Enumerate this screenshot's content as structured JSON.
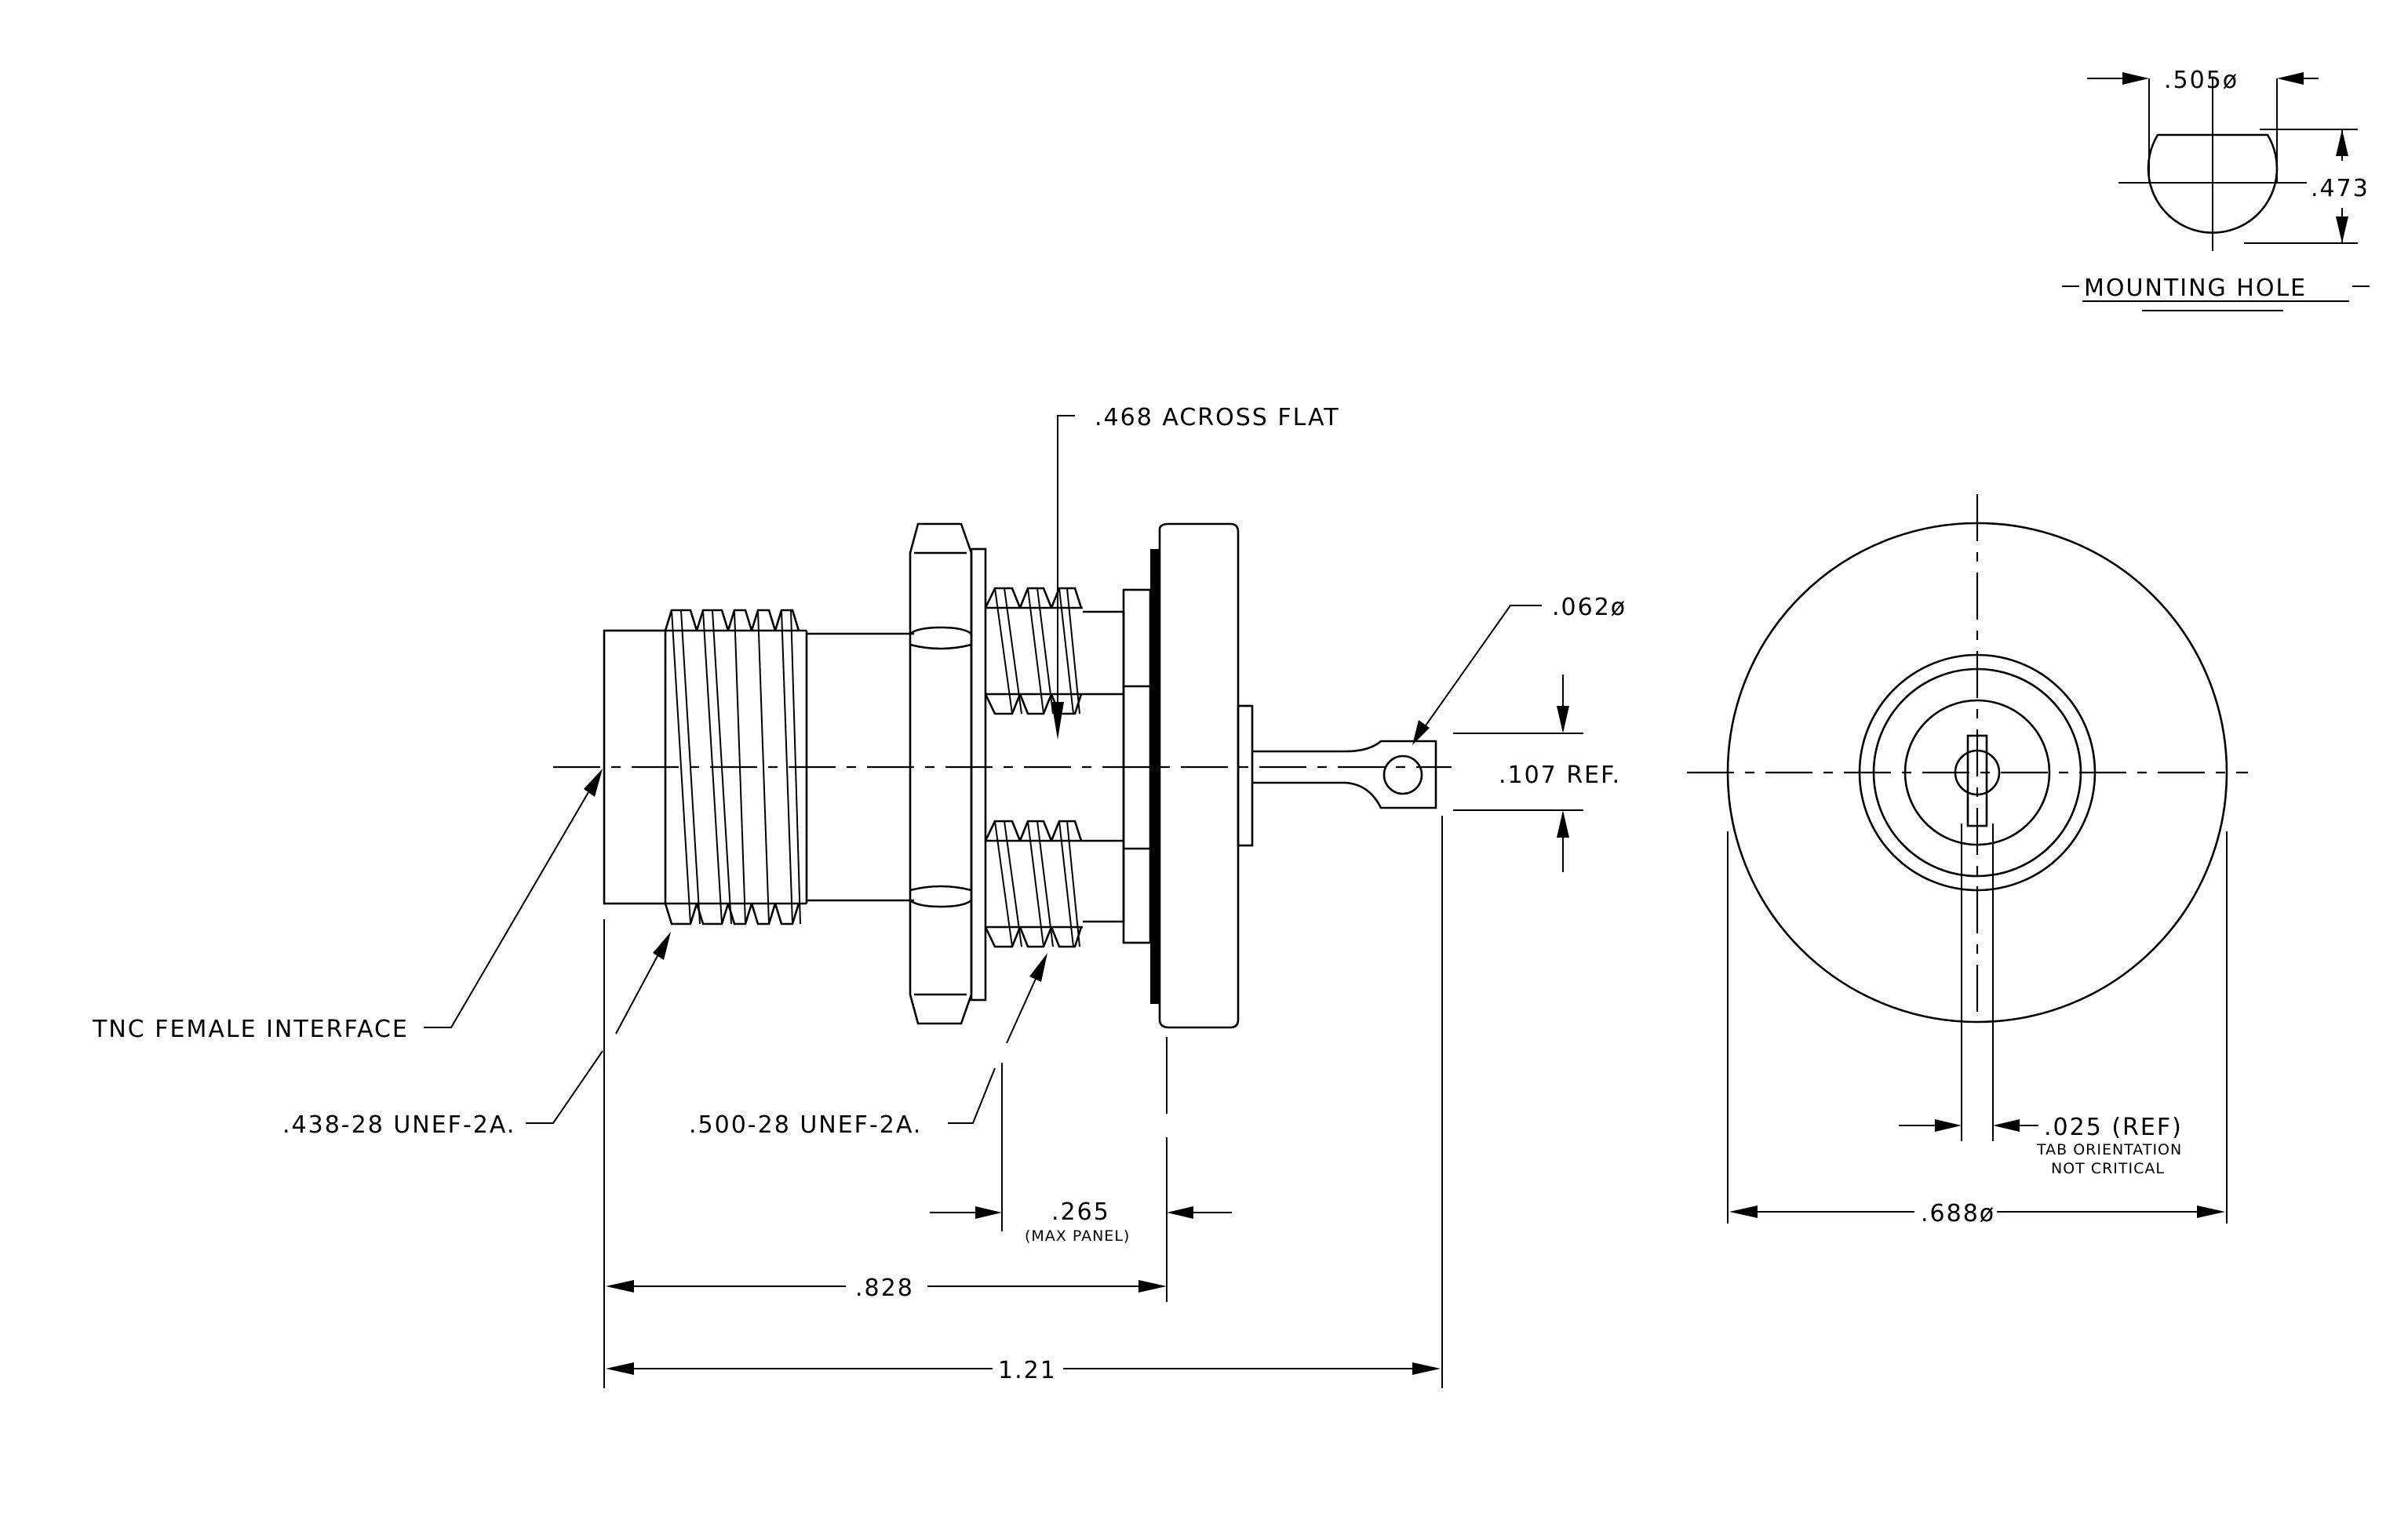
{
  "mounting_hole": {
    "title": "MOUNTING HOLE",
    "dim_diameter": ".505ø",
    "dim_flat": ".473"
  },
  "side_view": {
    "across_flat": ".468 ACROSS FLAT",
    "pin_diameter": ".062ø",
    "pin_offset": ".107 REF.",
    "interface": "TNC FEMALE INTERFACE",
    "front_thread": ".438-28 UNEF-2A.",
    "rear_thread": ".500-28 UNEF-2A.",
    "panel": ".265",
    "panel_note": "(MAX PANEL)",
    "body_length": ".828",
    "overall_length": "1.21"
  },
  "end_view": {
    "tab_width": ".025 (REF)",
    "tab_note_1": "TAB ORIENTATION",
    "tab_note_2": "NOT CRITICAL",
    "flange_diameter": ".688ø"
  }
}
